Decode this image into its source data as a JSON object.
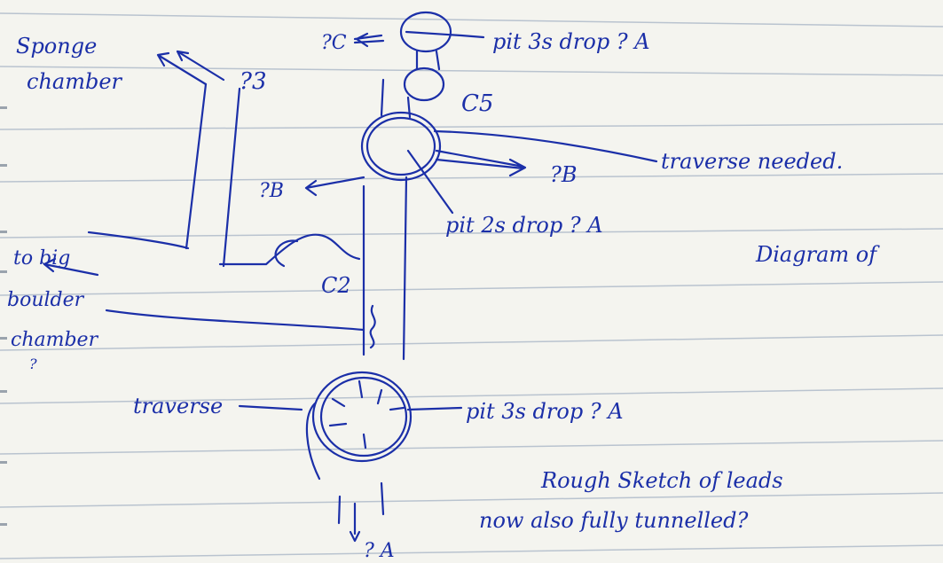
{
  "colors": {
    "paper": "#f4f4ef",
    "rule_line": "#b9c3cf",
    "margin_holes": "#9aa3ad",
    "ink": "#1b2fa8"
  },
  "labels": {
    "sponge": "Sponge",
    "chamber": "chamber",
    "q3": "?3",
    "q_top_left": "?C",
    "pit3s_top": "pit 3s drop ? A",
    "c5": "C5",
    "traverse_needed": "traverse needed.",
    "qb_right": "?B",
    "qb_left": "?B",
    "pit2s": "pit 2s drop ? A",
    "diagram_of": "Diagram of",
    "to_big": "to big",
    "boulder": "boulder",
    "chamber2": "chamber",
    "q_small": "?",
    "c2": "C2",
    "traverse": "traverse",
    "pit3s_bottom": "pit 3s drop ? A",
    "rough_sketch": "Rough Sketch of leads",
    "now_also": "now also fully tunnelled?",
    "qa_bottom": "? A"
  }
}
